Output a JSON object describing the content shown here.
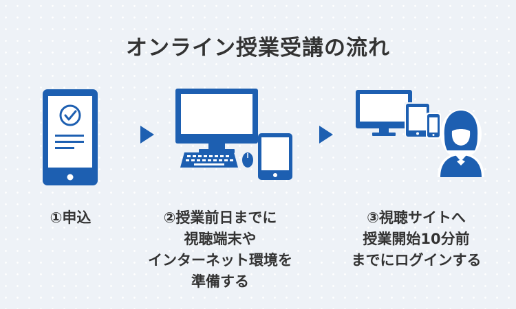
{
  "title": "オンライン授業受講の流れ",
  "colors": {
    "primary": "#1d5fb1",
    "text": "#333333",
    "background": "#eef2f7",
    "accent_light": "#ffffff"
  },
  "steps": [
    {
      "icons": [
        "tablet-application-icon",
        "check-circle-icon"
      ],
      "lines": [
        "①申込"
      ]
    },
    {
      "icons": [
        "desktop-computer-icon",
        "keyboard-icon",
        "mouse-icon",
        "tablet-icon"
      ],
      "lines": [
        "②授業前日までに",
        "視聴端末や",
        "インターネット環境を",
        "準備する"
      ]
    },
    {
      "icons": [
        "monitor-icon",
        "tablet-icon",
        "smartphone-icon",
        "student-avatar-icon"
      ],
      "lines": [
        "③視聴サイトへ",
        "授業開始10分前",
        "までにログインする"
      ]
    }
  ],
  "arrows": [
    "arrow-right-icon",
    "arrow-right-icon"
  ]
}
